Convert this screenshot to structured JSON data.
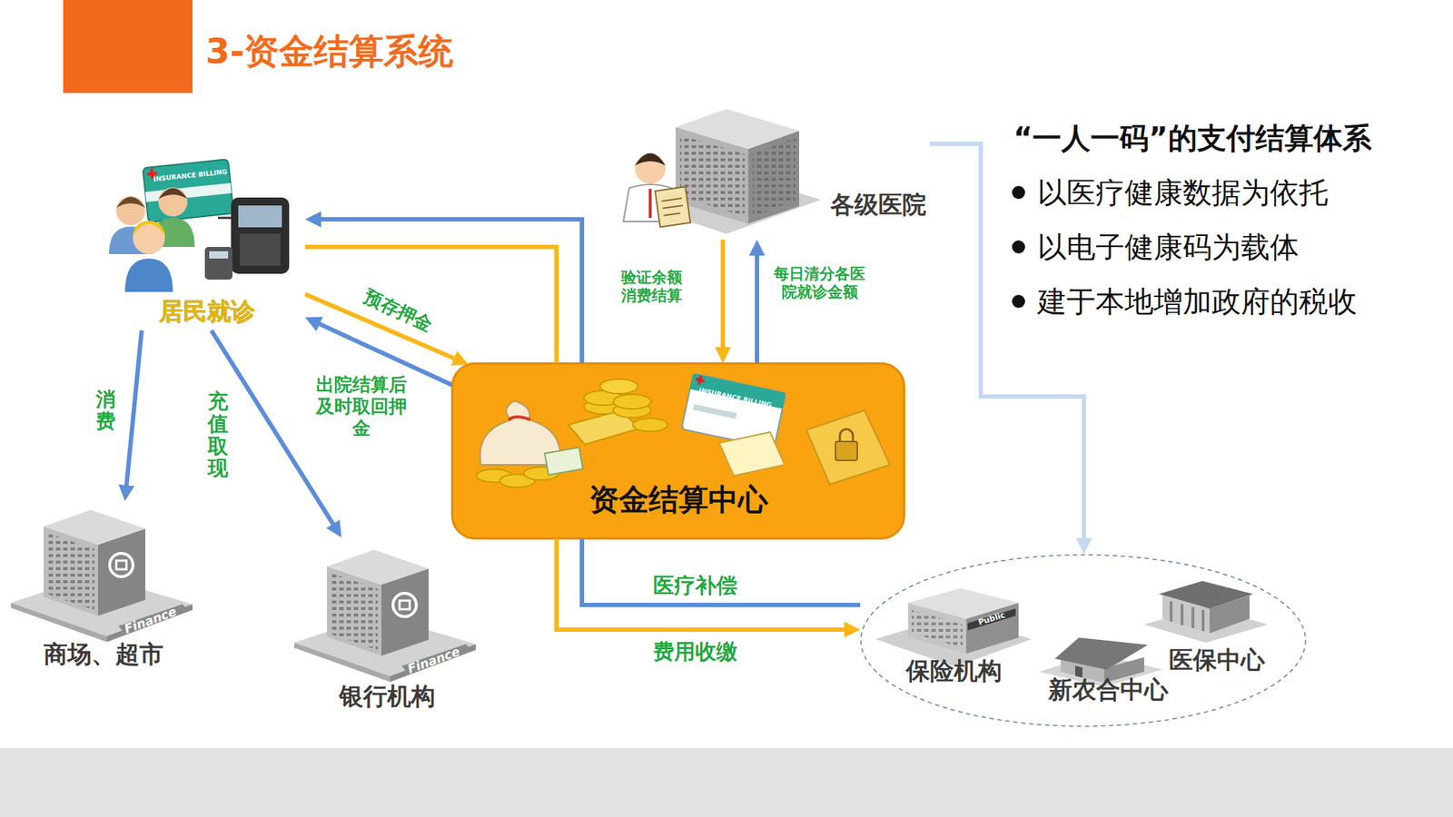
{
  "diagram": {
    "title": "3-资金结算系统",
    "nodes": [
      {
        "text": [
          "居民就诊"
        ]
      },
      {
        "text": [
          "各级医院"
        ]
      },
      {
        "text": [
          "资金结算中心"
        ]
      },
      {
        "text": [
          "商场、超市"
        ]
      },
      {
        "text": [
          "银行机构"
        ]
      },
      {
        "text": []
      },
      {
        "text": [
          "保险机构"
        ],
        "in": 5
      },
      {
        "text": [
          "新农合中心"
        ],
        "in": 5
      },
      {
        "text": [
          "医保中心"
        ],
        "in": 5
      }
    ],
    "edges": [
      {
        "from": 2,
        "to": 0,
        "arrow": "to"
      },
      {
        "from": 0,
        "to": 2,
        "arrow": "none"
      },
      {
        "from": 0,
        "to": 2,
        "label": "预存押金",
        "arrow": "to"
      },
      {
        "from": 2,
        "to": 0,
        "label": "出院结算后及时取回押金",
        "arrow": "to"
      },
      {
        "from": 0,
        "to": 3,
        "label": "消费",
        "arrow": "to"
      },
      {
        "from": 0,
        "to": 4,
        "label": "充值取现",
        "arrow": "to"
      },
      {
        "from": 1,
        "to": 2,
        "label": "验证余额消费结算",
        "arrow": "to"
      },
      {
        "from": 2,
        "to": 1,
        "label": "每日清分各医院就诊金额",
        "arrow": "to"
      },
      {
        "from": 1,
        "to": 5,
        "arrow": "to"
      },
      {
        "from": 5,
        "to": 2,
        "label": "医疗补偿",
        "arrow": "none"
      },
      {
        "from": 2,
        "to": 5,
        "label": "费用收缴",
        "arrow": "to"
      }
    ],
    "labels": [
      "“一人一码”的支付结算体系",
      "以医疗健康数据为依托",
      "以电子健康码为载体",
      "建于本地增加政府的税收",
      "Finance",
      "Finance",
      "Public",
      "INSURANCE BILLING",
      "INSURANCE BILLING"
    ]
  }
}
